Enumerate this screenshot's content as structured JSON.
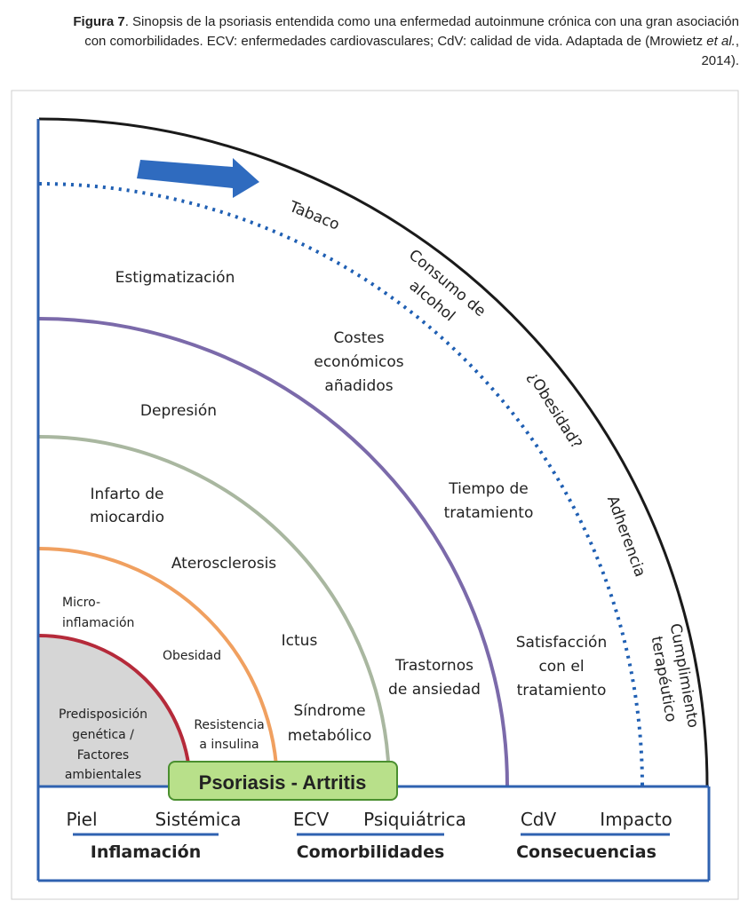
{
  "caption": {
    "figure_label": "Figura 7",
    "text_1": ". Sinopsis de la psoriasis entendida como una enfermedad autoinmune crónica con una gran asociación con comorbilidades. ECV: enfermedades cardiovasculares; CdV: calidad de vida. Adaptada de (Mrowietz ",
    "etal": "et al.",
    "text_2": ", 2014)."
  },
  "colors": {
    "outer_arc": "#1a1a1a",
    "dotted_arc": "#1f5fb3",
    "purple_arc": "#7b6aaa",
    "green_arc": "#a9b7a0",
    "orange_arc": "#f0a060",
    "red_arc": "#b52a3a",
    "core_fill": "#d6d6d6",
    "frame_blue": "#2f62b0",
    "badge_fill": "#b8e08a",
    "badge_border": "#4a8f2f",
    "arrow": "#2f6bbf"
  },
  "center": {
    "badge": "Psoriasis - Artritis",
    "core_lines": [
      "Predisposición",
      "genética /",
      "Factores",
      "ambientales"
    ]
  },
  "ring1": {
    "lines_resistencia": [
      "Resistencia",
      "a insulina"
    ],
    "obesidad": "Obesidad",
    "micro_lines": [
      "Micro-",
      "inflamación"
    ]
  },
  "ring2": {
    "sindrome_lines": [
      "Síndrome",
      "metabólico"
    ],
    "ictus": "Ictus",
    "aterosclerosis": "Aterosclerosis",
    "infarto_lines": [
      "Infarto de",
      "miocardio"
    ]
  },
  "ring3": {
    "trastornos_lines": [
      "Trastornos",
      "de ansiedad"
    ],
    "tiempo_lines": [
      "Tiempo de",
      "tratamiento"
    ],
    "depresion": "Depresión",
    "costes_lines": [
      "Costes",
      "económicos",
      "añadidos"
    ]
  },
  "ring4": {
    "satisfaccion_lines": [
      "Satisfacción",
      "con el",
      "tratamiento"
    ],
    "estigmatizacion": "Estigmatización"
  },
  "ring5": {
    "tabaco": "Tabaco",
    "consumo_lines": [
      "Consumo de",
      "alcohol"
    ],
    "obesidad_q": "¿Obesidad?",
    "adherencia": "Adherencia",
    "cumplimiento_lines": [
      "Cumplimiento",
      "terapéutico"
    ]
  },
  "bottom": {
    "inflamacion": {
      "title": "Inflamación",
      "left": "Piel",
      "right": "Sistémica"
    },
    "comorbilidades": {
      "title": "Comorbilidades",
      "left": "ECV",
      "right": "Psiquiátrica"
    },
    "consecuencias": {
      "title": "Consecuencias",
      "left": "CdV",
      "right": "Impacto"
    }
  }
}
